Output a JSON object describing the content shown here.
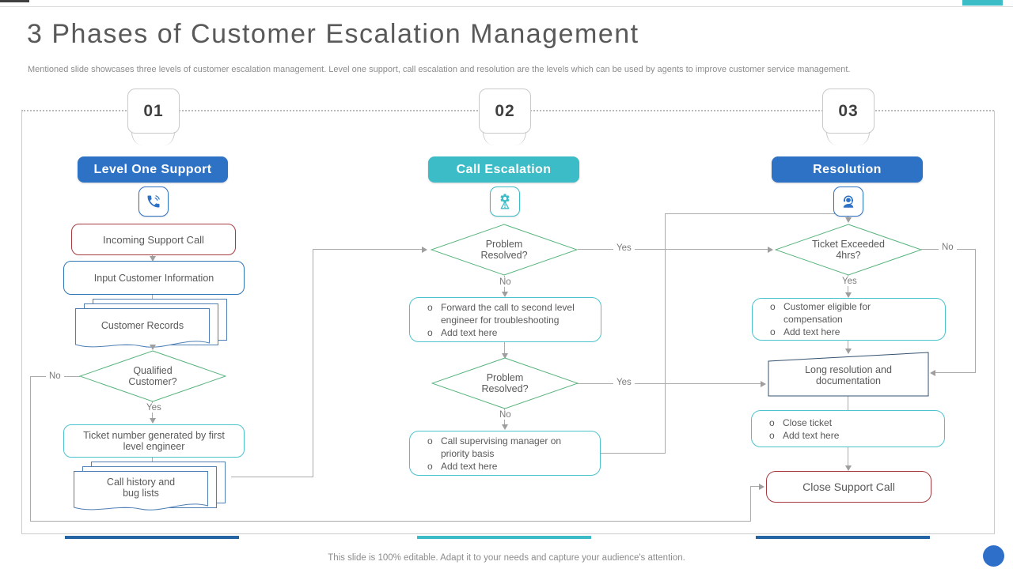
{
  "slide": {
    "title": "3 Phases of Customer Escalation Management",
    "subtitle": "Mentioned slide showcases three levels of customer escalation management. Level one support, call escalation and resolution are the levels which can be used by agents to improve customer service management.",
    "footer": "This slide is 100% editable. Adapt it to your needs and capture your audience's attention."
  },
  "labels": {
    "yes": "Yes",
    "no": "No"
  },
  "phases": [
    {
      "number": "01",
      "label": "Level One Support",
      "color": "#2e72c5",
      "icon": "phone-call-icon"
    },
    {
      "number": "02",
      "label": "Call Escalation",
      "color": "#3cbcc7",
      "icon": "gear-alert-icon"
    },
    {
      "number": "03",
      "label": "Resolution",
      "color": "#2e72c5",
      "icon": "support-agent-icon"
    }
  ],
  "flow": {
    "level_one": {
      "incoming_support_call": "Incoming Support Call",
      "input_customer_information": "Input Customer Information",
      "customer_records": "Customer Records",
      "qualified_customer": "Qualified Customer?",
      "ticket_number": "Ticket number generated by first level engineer",
      "call_history": "Call history and bug lists"
    },
    "call_escalation": {
      "problem_resolved_1": "Problem Resolved?",
      "forward_call_items": [
        "Forward the call to second level engineer for troubleshooting",
        "Add text here"
      ],
      "problem_resolved_2": "Problem Resolved?",
      "call_supervisor_items": [
        "Call supervising manager on priority basis",
        "Add text here"
      ]
    },
    "resolution": {
      "ticket_exceeded": "Ticket Exceeded 4hrs?",
      "compensation_items": [
        "Customer eligible for compensation",
        "Add text here"
      ],
      "long_resolution": "Long resolution and documentation",
      "close_ticket_items": [
        "Close ticket",
        "Add text here"
      ],
      "close_support_call": "Close Support Call"
    },
    "bullet_char": "o"
  },
  "colors": {
    "accent_blue": "#2e72c5",
    "accent_teal": "#3cbcc7",
    "diamond_green": "#57b37c",
    "box_red": "#a63a40",
    "box_blue": "#2e75b6",
    "box_cyan": "#4cc2cd",
    "doc_blue": "#4f7fb5",
    "manual_navy": "#33506e",
    "connector_gray": "#ababab",
    "bottom_bar_blue": "#2565a3",
    "bottom_bar_teal": "#3cbcc7"
  }
}
